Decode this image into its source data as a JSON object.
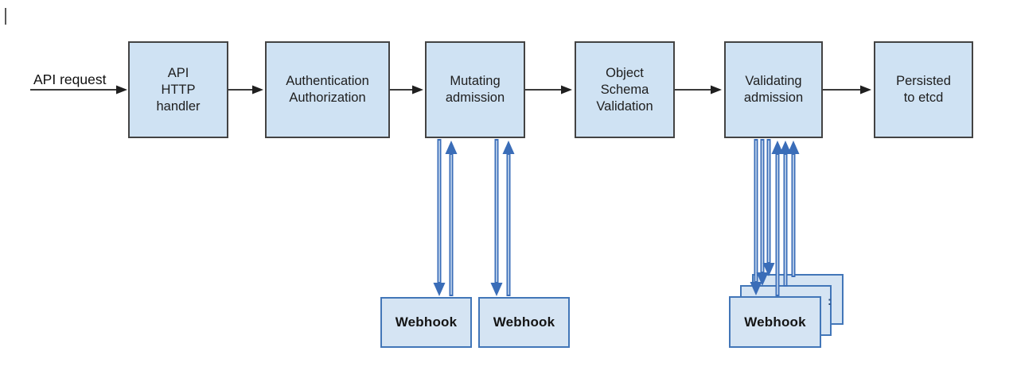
{
  "diagram": {
    "flow_label": "API request",
    "nodes": [
      {
        "id": "api-http-handler",
        "label": "API\nHTTP\nhandler"
      },
      {
        "id": "authentication-authorization",
        "label": "Authentication\nAuthorization"
      },
      {
        "id": "mutating-admission",
        "label": "Mutating\nadmission"
      },
      {
        "id": "object-schema-validation",
        "label": "Object\nSchema\nValidation"
      },
      {
        "id": "validating-admission",
        "label": "Validating\nadmission"
      },
      {
        "id": "persisted-to-etcd",
        "label": "Persisted\nto etcd"
      }
    ],
    "webhooks": {
      "mutating_labels": [
        "Webhook",
        "Webhook"
      ],
      "validating_label": "Webhook",
      "validating_stack_count": 3,
      "stack_mark": ":"
    },
    "edges": [
      {
        "from": "API request",
        "to": "API HTTP handler"
      },
      {
        "from": "API HTTP handler",
        "to": "Authentication Authorization"
      },
      {
        "from": "Authentication Authorization",
        "to": "Mutating admission"
      },
      {
        "from": "Mutating admission",
        "to": "Object Schema Validation"
      },
      {
        "from": "Object Schema Validation",
        "to": "Validating admission"
      },
      {
        "from": "Validating admission",
        "to": "Persisted to etcd"
      },
      {
        "from": "Mutating admission",
        "to": "Webhook (x2, call and response)"
      },
      {
        "from": "Validating admission",
        "to": "Webhook stack (x3, call and response)"
      }
    ],
    "colors": {
      "node_fill": "#cfe2f3",
      "node_border": "#434343",
      "webhook_fill": "#d5e4f3",
      "webhook_border": "#4276b8",
      "blue_arrow": "#3a6db8",
      "blue_arrow_core": "#c7d9ef",
      "black_arrow": "#1f1f1f",
      "background": "#ffffff"
    }
  }
}
